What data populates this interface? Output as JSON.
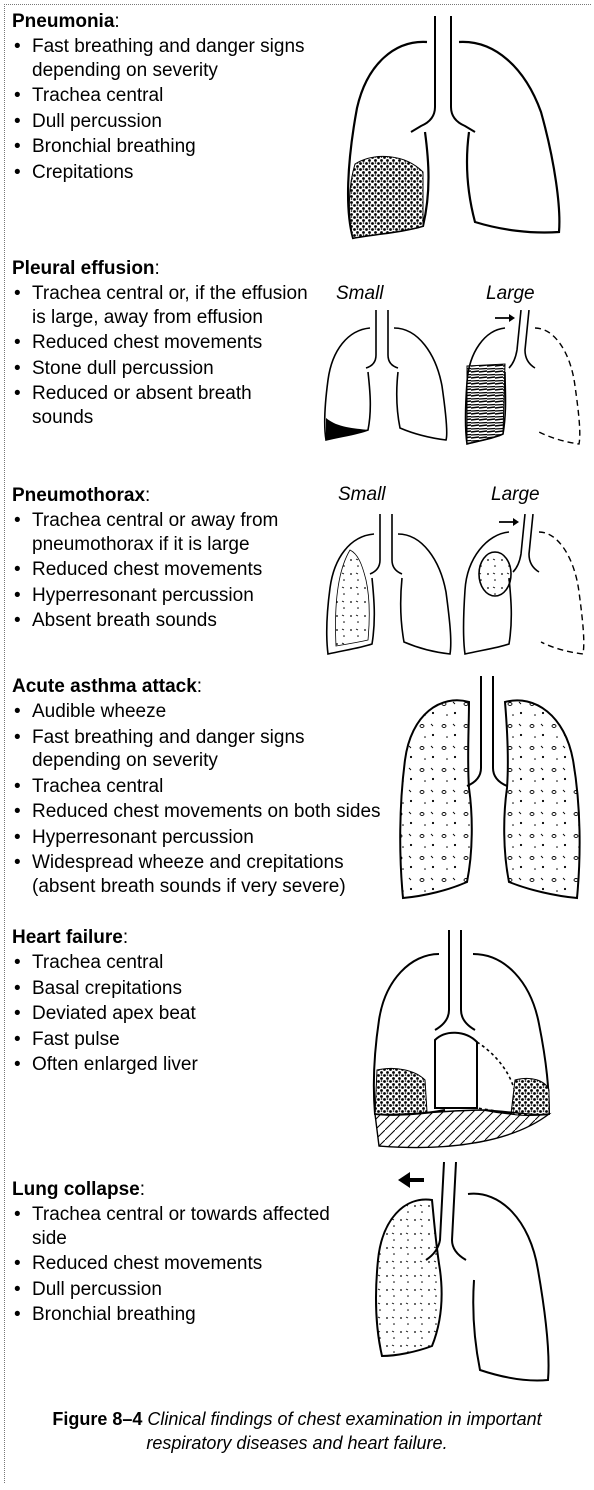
{
  "sections": [
    {
      "title": "Pneumonia",
      "items": [
        "Fast breathing and danger signs depending on severity",
        "Trachea central",
        "Dull percussion",
        "Bronchial breathing",
        "Crepitations"
      ]
    },
    {
      "title": "Pleural effusion",
      "items": [
        "Trachea central or, if the effusion is large, away from effusion",
        "Reduced chest movements",
        "Stone dull percussion",
        "Reduced or absent breath sounds"
      ],
      "labels": [
        "Small",
        "Large"
      ]
    },
    {
      "title": "Pneumothorax",
      "items": [
        "Trachea central or away from pneumothorax if it is large",
        "Reduced chest movements",
        "Hyperresonant percussion",
        "Absent breath sounds"
      ],
      "labels": [
        "Small",
        "Large"
      ]
    },
    {
      "title": "Acute asthma attack",
      "items": [
        "Audible wheeze",
        "Fast breathing and danger signs depending on severity",
        "Trachea central",
        "Reduced chest movements on both sides",
        "Hyperresonant percussion",
        "Widespread wheeze and crepitations (absent breath sounds if very severe)"
      ]
    },
    {
      "title": "Heart failure",
      "items": [
        "Trachea central",
        "Basal crepitations",
        "Deviated apex beat",
        "Fast pulse",
        "Often enlarged liver"
      ]
    },
    {
      "title": "Lung collapse",
      "items": [
        "Trachea central or towards affected side",
        "Reduced chest movements",
        "Dull percussion",
        "Bronchial breathing"
      ]
    }
  ],
  "caption": {
    "label": "Figure 8–4",
    "text": "Clinical findings of chest examination in important respiratory diseases and heart failure."
  }
}
